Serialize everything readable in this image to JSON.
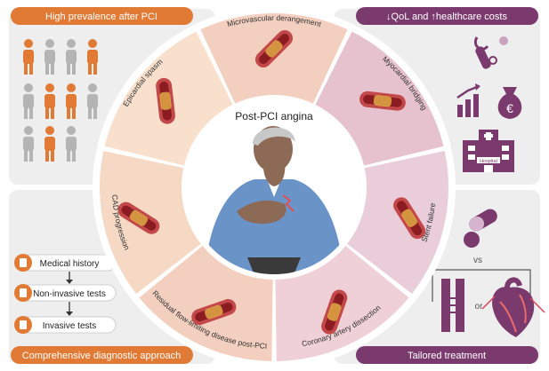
{
  "colors": {
    "orange": "#e07a34",
    "purple": "#7b3a6e",
    "grey": "#b4b4b4",
    "panel": "#eeeeee",
    "shirt": "#6a94c7"
  },
  "banners": {
    "top_left": "High prevalence after PCI",
    "top_right": "↓QoL and ↑healthcare costs",
    "bottom_left": "Comprehensive diagnostic approach",
    "bottom_right": "Tailored treatment"
  },
  "center": {
    "title": "Post-PCI angina"
  },
  "segments": [
    {
      "label": "Microvascular derangement",
      "tone": "#f3cfc0"
    },
    {
      "label": "Myocardial bridging",
      "tone": "#e5c2cd"
    },
    {
      "label": "Stent failure",
      "tone": "#e9cdd8"
    },
    {
      "label": "Coronary artery dissection",
      "tone": "#efd0d6"
    },
    {
      "label": "Residual flow-limiting disease post-PCI",
      "tone": "#f2cfbf"
    },
    {
      "label": "CAD progression",
      "tone": "#f6d9c5"
    },
    {
      "label": "Epicardial spasm",
      "tone": "#f8e0cd"
    }
  ],
  "prevalence_icons": {
    "rows": [
      [
        "orange",
        "grey",
        "grey",
        "orange"
      ],
      [
        "grey",
        "orange",
        "orange",
        "grey"
      ],
      [
        "grey",
        "orange",
        "grey"
      ]
    ]
  },
  "diagnostics": {
    "steps": [
      {
        "label": "Medical history",
        "icon": "clipboard-icon"
      },
      {
        "label": "Non-invasive tests",
        "icon": "scanner-icon"
      },
      {
        "label": "Invasive tests",
        "icon": "catheter-icon"
      }
    ]
  },
  "treatment": {
    "vs_text": "vs",
    "or_text": "or"
  },
  "hospital": {
    "sign": "Hospital"
  },
  "icons": {
    "meds": "pills-icon",
    "money": "euro-money-bag-icon",
    "growth": "growth-chart-icon",
    "doctor": "stethoscope-icon"
  }
}
